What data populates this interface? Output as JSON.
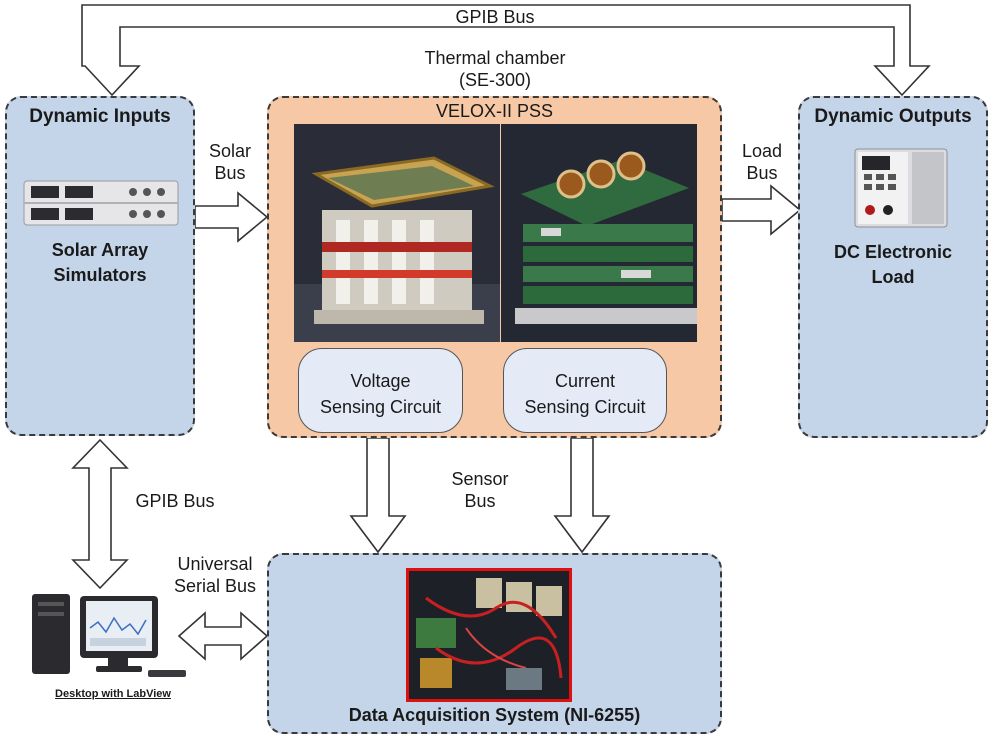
{
  "top_bus": {
    "label": "GPIB Bus"
  },
  "thermal_chamber": {
    "line1": "Thermal chamber",
    "line2": "(SE-300)"
  },
  "dynamic_inputs": {
    "title": "Dynamic Inputs",
    "device_icon": "power-supply-icon",
    "name_line1": "Solar Array",
    "name_line2": "Simulators"
  },
  "solar_bus": {
    "line1": "Solar",
    "line2": "Bus"
  },
  "pss": {
    "title": "VELOX-II PSS",
    "photo_left_icon": "pss-stack-photo",
    "photo_right_icon": "pcb-stack-photo",
    "voltage_line1": "Voltage",
    "voltage_line2": "Sensing Circuit",
    "current_line1": "Current",
    "current_line2": "Sensing Circuit"
  },
  "load_bus": {
    "line1": "Load",
    "line2": "Bus"
  },
  "dynamic_outputs": {
    "title": "Dynamic Outputs",
    "device_icon": "electronic-load-icon",
    "name_line1": "DC Electronic",
    "name_line2": "Load"
  },
  "side_bus": {
    "label": "GPIB Bus"
  },
  "sensor_bus": {
    "line1": "Sensor",
    "line2": "Bus"
  },
  "usb": {
    "line1": "Universal",
    "line2": "Serial Bus"
  },
  "desktop": {
    "icon": "desktop-computer-icon",
    "caption": "Desktop with LabView"
  },
  "daq": {
    "title": "Data Acquisition System (NI-6255)",
    "photo_icon": "daq-board-photo"
  },
  "colors": {
    "box_blue": "#c4d5ea",
    "box_orange": "#f6c8a6",
    "sensing_fill": "#e4ebf6",
    "photo_border_red": "#e01010"
  }
}
